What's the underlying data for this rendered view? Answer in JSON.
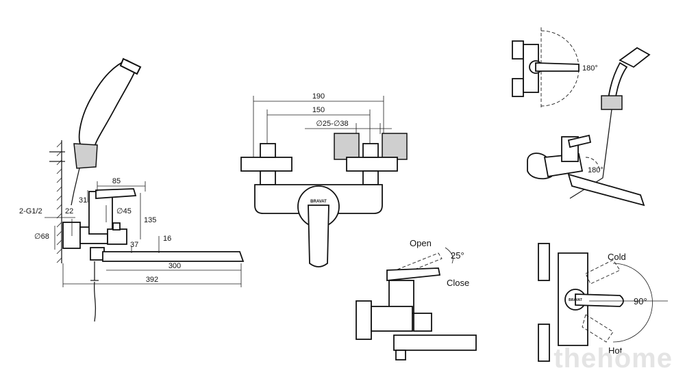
{
  "side_view": {
    "dims": {
      "d85": "85",
      "d31": "31",
      "d135": "135",
      "thread": "2-G1/2",
      "d22": "22",
      "d45": "∅45",
      "d68": "∅68",
      "d37": "37",
      "d16": "16",
      "d300": "300",
      "d392": "392"
    }
  },
  "front_view": {
    "dims": {
      "d190": "190",
      "d150": "150",
      "d_range": "∅25-∅38"
    },
    "logo_text": "BRAVAT"
  },
  "lever_view": {
    "open": "Open",
    "close": "Close",
    "angle": "25°"
  },
  "rotation_view": {
    "angle": "180°"
  },
  "iso_view": {
    "angle": "180°"
  },
  "temp_view": {
    "cold": "Cold",
    "hot": "Hot",
    "angle": "90°",
    "logo_text": "BRAVAT"
  },
  "watermark": "thehome"
}
